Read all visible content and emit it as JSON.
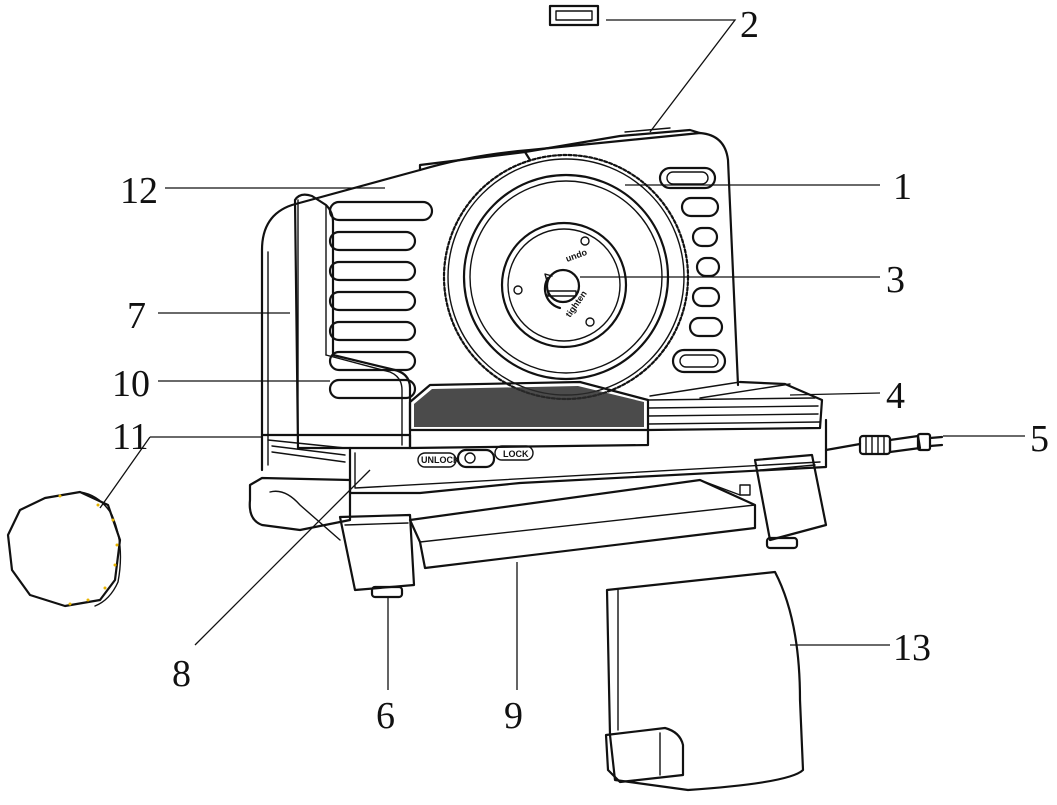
{
  "callouts": [
    {
      "id": "1",
      "text": "1"
    },
    {
      "id": "2",
      "text": "2"
    },
    {
      "id": "3",
      "text": "3"
    },
    {
      "id": "4",
      "text": "4"
    },
    {
      "id": "5",
      "text": "5"
    },
    {
      "id": "6",
      "text": "6"
    },
    {
      "id": "7",
      "text": "7"
    },
    {
      "id": "8",
      "text": "8"
    },
    {
      "id": "9",
      "text": "9"
    },
    {
      "id": "10",
      "text": "10"
    },
    {
      "id": "11",
      "text": "11"
    },
    {
      "id": "12",
      "text": "12"
    },
    {
      "id": "13",
      "text": "13"
    }
  ],
  "switch": {
    "unlock_label": "UNLOCK",
    "lock_label": "LOCK"
  },
  "blade_hub": {
    "text_top": "undo",
    "text_bottom": "tighten"
  },
  "colors": {
    "ink": "#111111",
    "background": "#ffffff",
    "accent_dots": "#e8b400"
  }
}
